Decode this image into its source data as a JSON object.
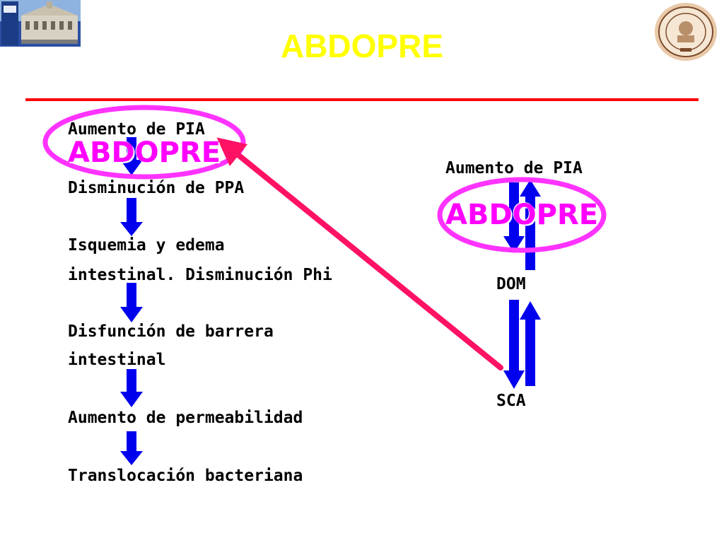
{
  "title": "ABDOPRE",
  "colors": {
    "title": "#ffff00",
    "rule": "#ff0000",
    "flow_arrow": "#0000ee",
    "ellipse": "#ff33ff",
    "overlay_text": "#ff00ff",
    "curve_arrow": "#ff1166"
  },
  "left_flow": {
    "overlay_label": "ABDOPRE",
    "steps": [
      "Aumento de PIA",
      "Disminución de PPA",
      "Isquemia  y edema",
      "intestinal. Disminución Phi",
      "Disfunción de barrera",
      "intestinal",
      "Aumento de permeabilidad",
      "Translocación bacteriana"
    ]
  },
  "right_cycle": {
    "top_label": "Aumento de PIA",
    "overlay_label": "ABDOPRE",
    "middle_label": "DOM",
    "bottom_label": "SCA"
  },
  "logos": {
    "left": "university-building-logo",
    "right": "medical-faculty-seal"
  }
}
